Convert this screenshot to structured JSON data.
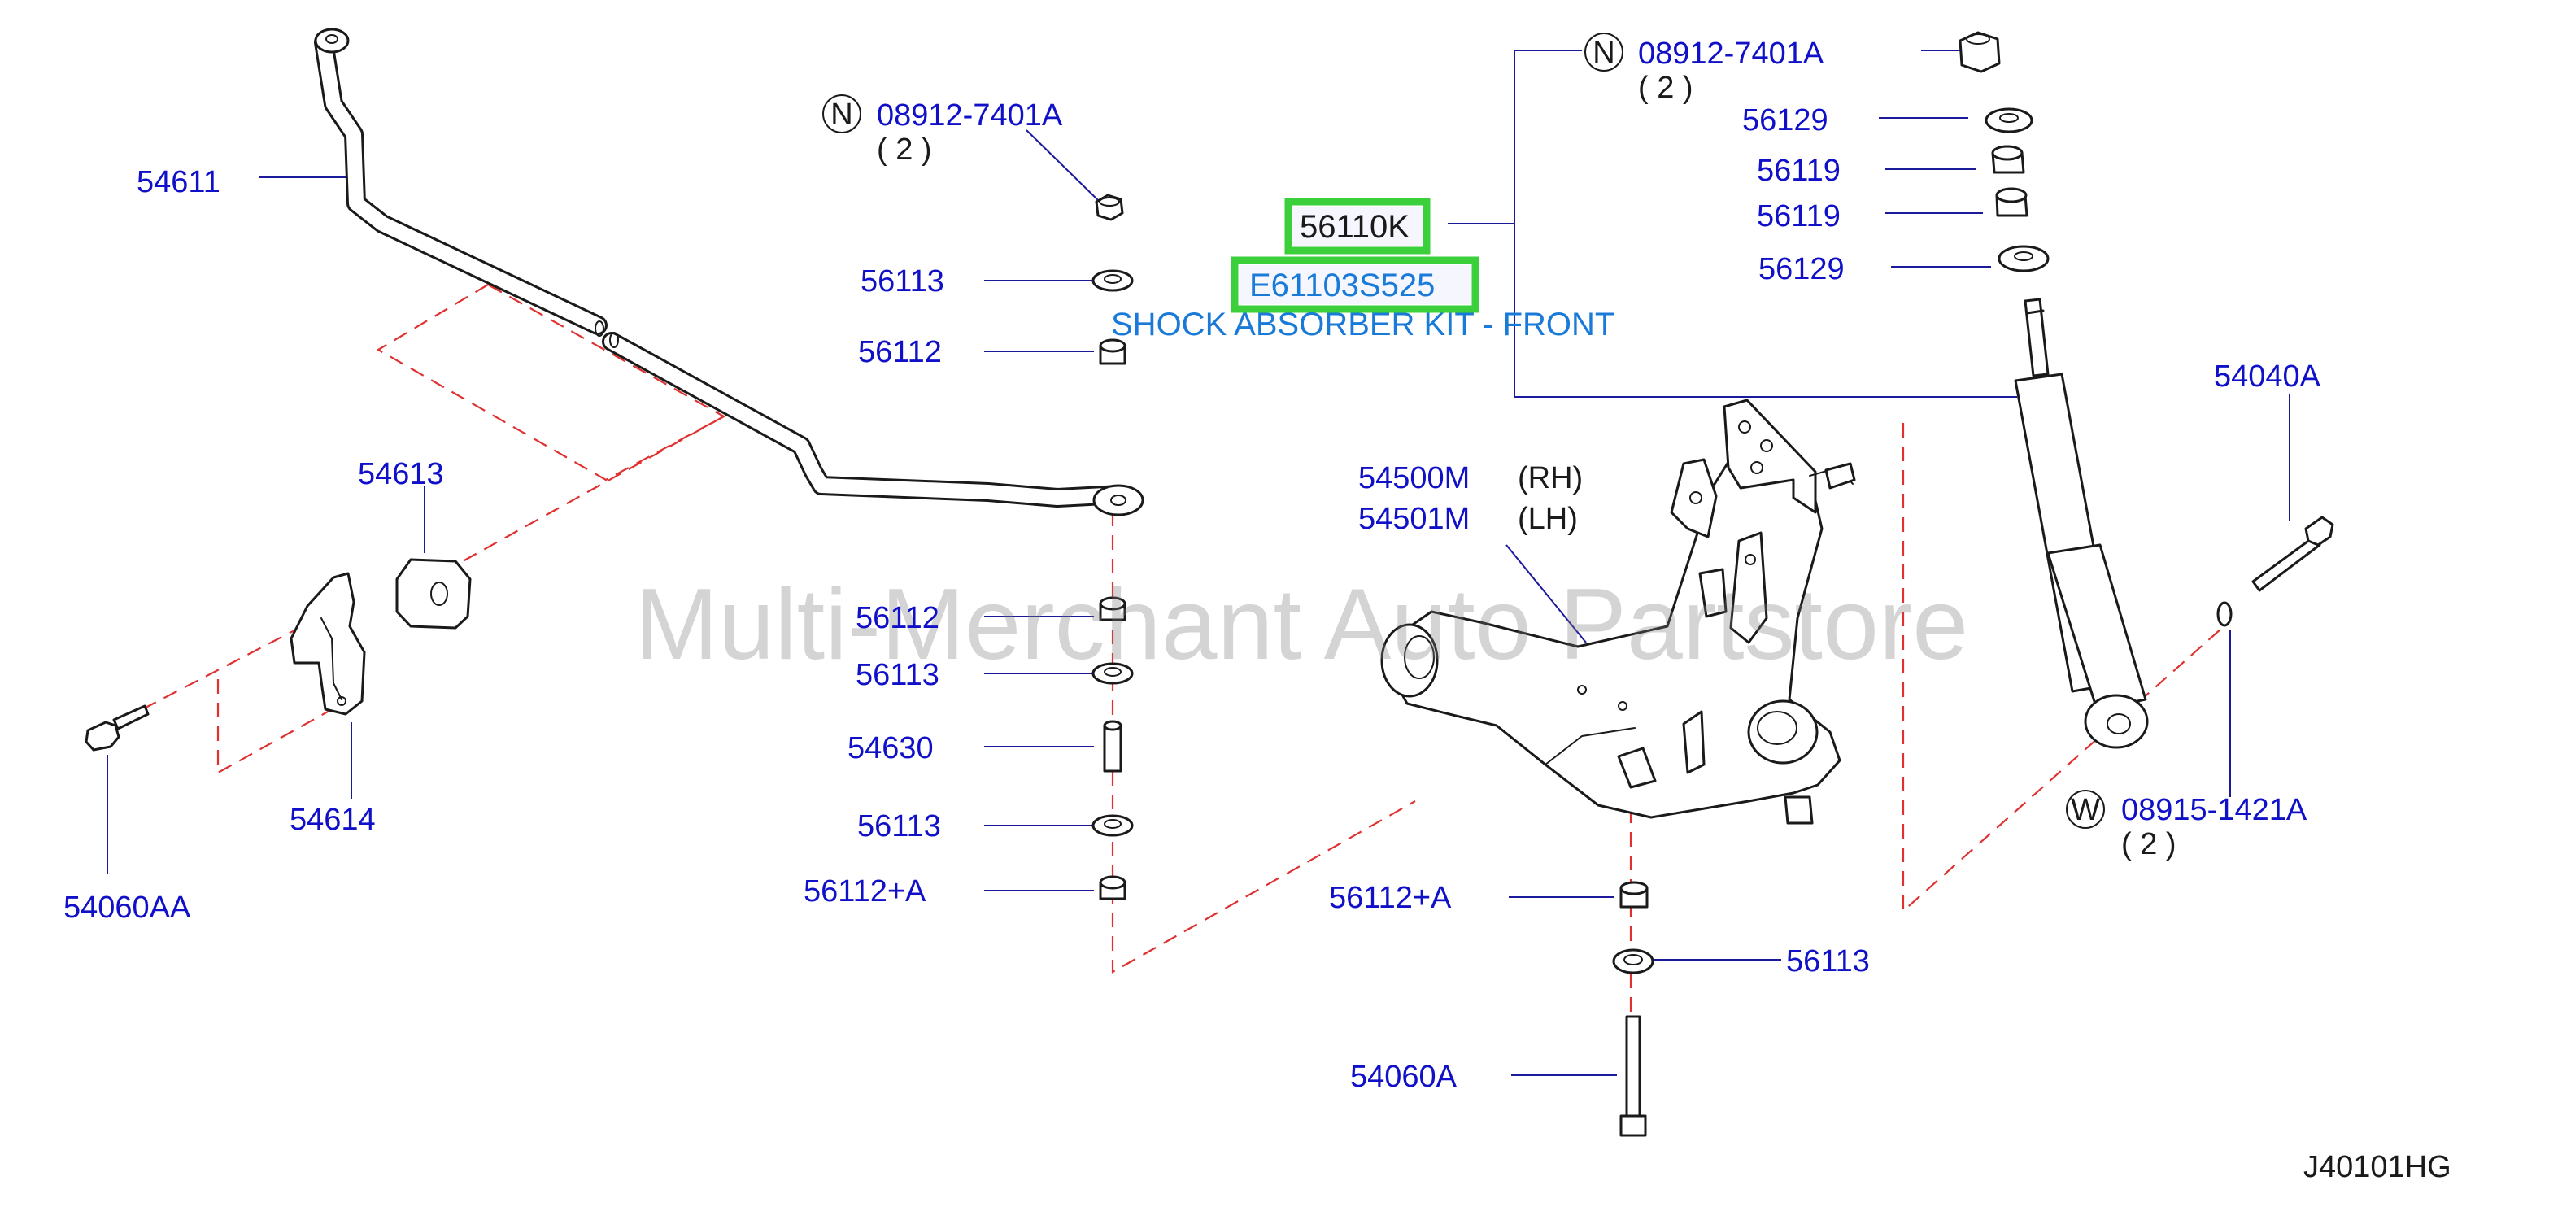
{
  "diagram_code": "J40101HG",
  "watermark": "Multi-Merchant Auto Partstore",
  "kit": {
    "part_number": "56110K",
    "alt_part_number": "E61103S525",
    "description": "SHOCK ABSORBER KIT - FRONT"
  },
  "callouts": {
    "stabilizer_bar": "54611",
    "bushing": "54613",
    "bracket": "54614",
    "bracket_bolt": "54060AA",
    "link_nut": {
      "marker": "N",
      "part": "08912-7401A",
      "qty": "( 2 )"
    },
    "link_washer_top": "56113",
    "link_bushing_top": "56112",
    "link_bushing_mid": "56112",
    "link_washer_mid": "56113",
    "link_spacer": "54630",
    "link_washer_low": "56113",
    "link_bushing_low": "56112+A",
    "lower_arm_rh": "54500M",
    "lower_arm_rh_side": "(RH)",
    "lower_arm_lh": "54501M",
    "lower_arm_lh_side": "(LH)",
    "arm_bushing": "56112+A",
    "arm_washer": "56113",
    "arm_bolt": "54060A",
    "shock_nut": {
      "marker": "N",
      "part": "08912-7401A",
      "qty": "( 2 )"
    },
    "shock_washer_top": "56129",
    "shock_bushing_top": "56119",
    "shock_bushing_low": "56119",
    "shock_washer_low": "56129",
    "shock_bolt": "54040A",
    "shock_washer": {
      "marker": "W",
      "part": "08915-1421A",
      "qty": "( 2 )"
    }
  },
  "colors": {
    "label": "#1010c8",
    "highlight": "#3ccf3c",
    "kit_text": "#1a7ad8",
    "dashed_line": "#e03030"
  }
}
